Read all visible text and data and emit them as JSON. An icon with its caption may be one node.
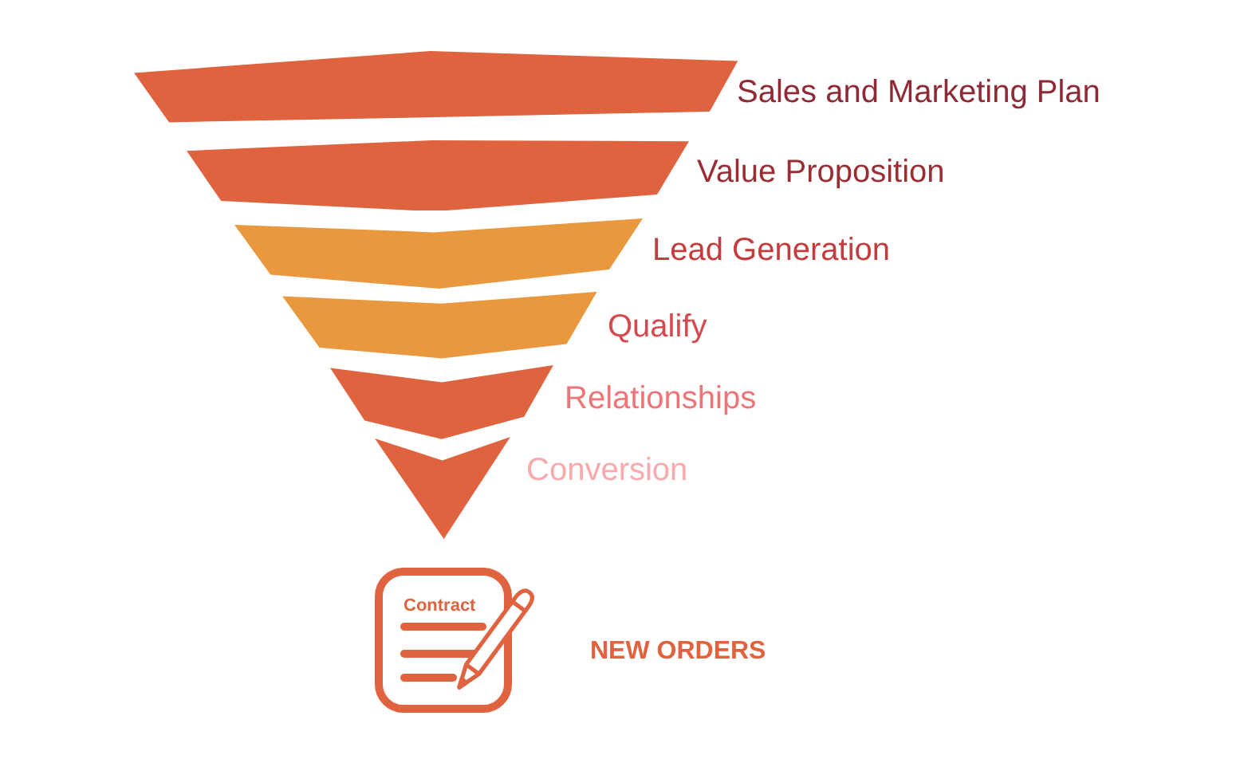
{
  "diagram": {
    "nodes": [
      {
        "text": [],
        "shape": "band",
        "beside": [
          "Sales and Marketing Plan"
        ]
      },
      {
        "text": [],
        "shape": "band",
        "beside": [
          "Value Proposition"
        ]
      },
      {
        "text": [],
        "shape": "band",
        "beside": [
          "Lead Generation"
        ]
      },
      {
        "text": [],
        "shape": "band",
        "beside": [
          "Qualify"
        ]
      },
      {
        "text": [],
        "shape": "band",
        "beside": [
          "Relationships"
        ]
      },
      {
        "text": [],
        "shape": "triangle",
        "beside": [
          "Conversion"
        ]
      },
      {
        "text": [
          "Contract"
        ],
        "beside": [
          "NEW ORDERS"
        ]
      }
    ]
  }
}
